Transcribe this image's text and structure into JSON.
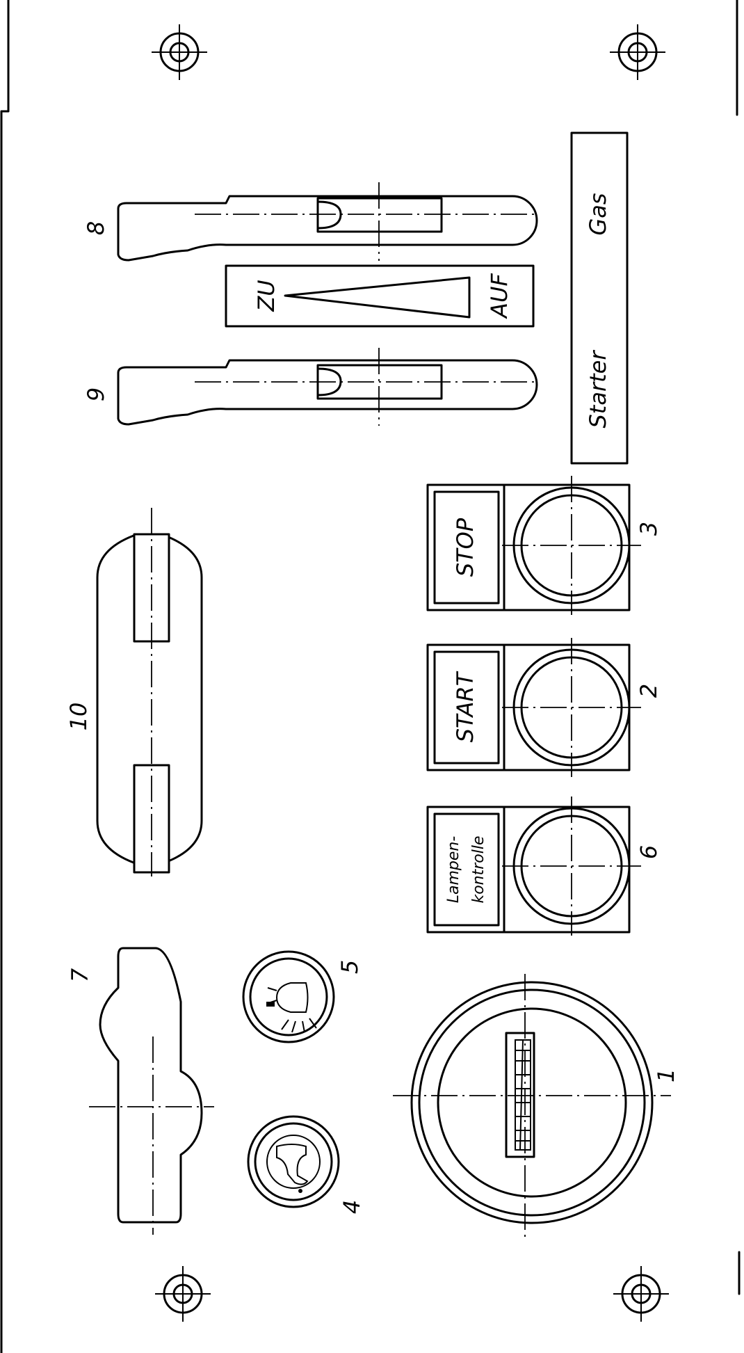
{
  "labels": {
    "gas": "Gas",
    "starter": "Starter",
    "zu": "ZU",
    "auf": "AUF",
    "stop": "STOP",
    "start": "START",
    "lampen_line1": "Lampen-",
    "lampen_line2": "kontrolle"
  },
  "callouts": {
    "n1": "1",
    "n2": "2",
    "n3": "3",
    "n4": "4",
    "n5": "5",
    "n6": "6",
    "n7": "7",
    "n8": "8",
    "n9": "9",
    "n10": "10"
  }
}
